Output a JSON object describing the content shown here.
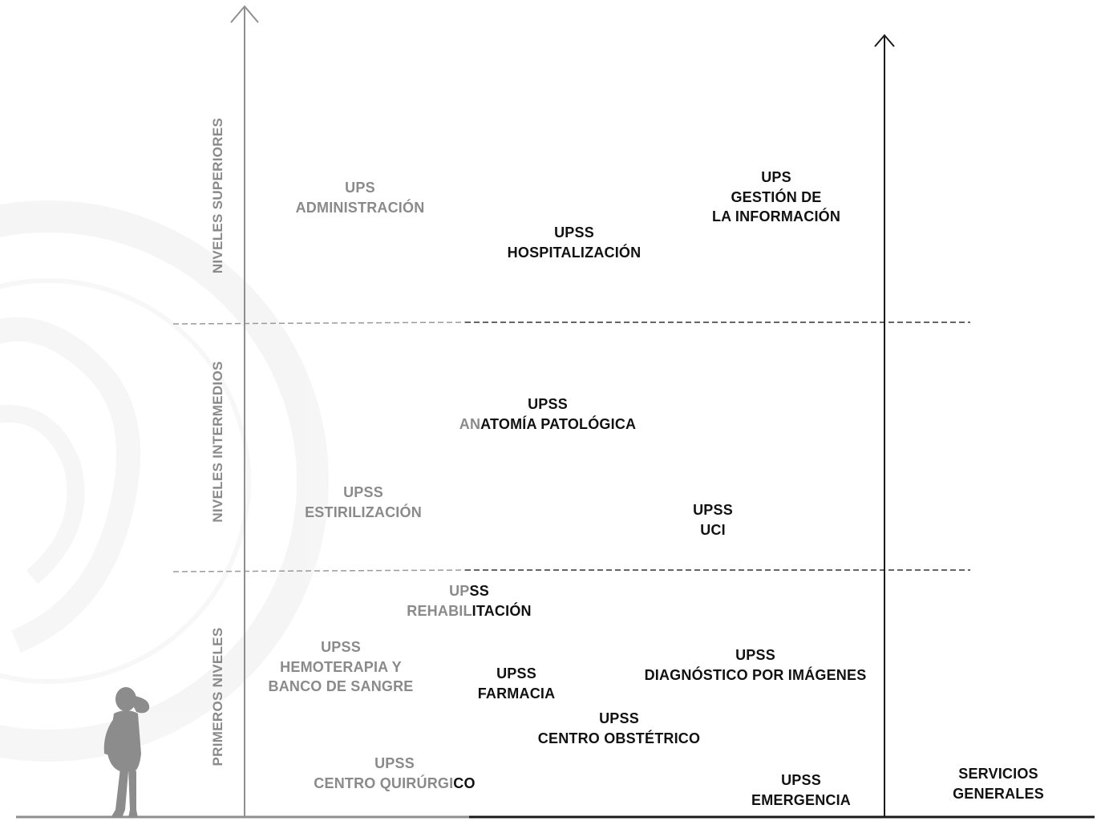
{
  "levels": {
    "superiores": "NIVELES SUPERIORES",
    "intermedios": "NIVELES INTERMEDIOS",
    "primeros": "PRIMEROS NIVELES"
  },
  "axis_right_label": [
    "SERVICIOS",
    "GENERALES"
  ],
  "units": {
    "administracion": [
      "UPS",
      "ADMINISTRACIÓN"
    ],
    "gestion_informacion": [
      "UPS",
      "GESTIÓN DE",
      "LA INFORMACIÓN"
    ],
    "hospitalizacion": [
      "UPSS",
      "HOSPITALIZACIÓN"
    ],
    "anatomia": {
      "line1": "UPSS",
      "line2_a": "AN",
      "line2_b": "ATOMÍA PATOLÓGICA"
    },
    "esterilizacion": [
      "UPSS",
      "ESTIRILIZACIÓN"
    ],
    "uci": [
      "UPSS",
      "UCI"
    ],
    "rehabilitacion": {
      "line1_a": "UP",
      "line1_b": "SS",
      "line2_a": "REHABIL",
      "line2_b": "ITACIÓN"
    },
    "hemoterapia": [
      "UPSS",
      "HEMOTERAPIA Y",
      "BANCO DE SANGRE"
    ],
    "farmacia": [
      "UPSS",
      "FARMACIA"
    ],
    "diagnostico": [
      "UPSS",
      "DIAGNÓSTICO POR IMÁGENES"
    ],
    "obstetrico": [
      "UPSS",
      "CENTRO OBSTÉTRICO"
    ],
    "quirurgico": {
      "line1": "UPSS",
      "line2_a": "CENTRO QUIRÚRGI",
      "line2_b": "CO"
    },
    "emergencia": [
      "UPSS",
      "EMERGENCIA"
    ]
  },
  "colors": {
    "gray_text": "#8a8a8a",
    "dark_text": "#111111",
    "axis_gray": "#8f8f8f",
    "axis_dark": "#1a1a1a",
    "watermark": "#f1f1f1"
  }
}
